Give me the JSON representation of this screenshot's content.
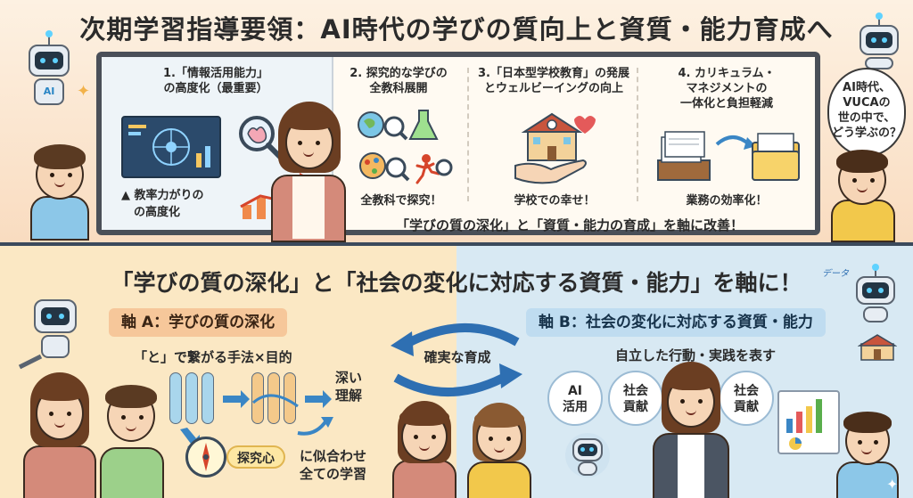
{
  "top": {
    "title": "次期学習指導要領：AI時代の学びの質向上と資質・能力育成へ",
    "board": {
      "col1": {
        "title_1": "1.「情報活用能力」",
        "title_2": "の高度化（最重要）",
        "caption_1": "▲ 教率力がりの",
        "caption_2": "の高度化"
      },
      "col2": {
        "title_1": "2. 探究的な学びの",
        "title_2": "全教科展開",
        "caption": "全教科で探究！"
      },
      "col3": {
        "title_1": "3.「日本型学校教育」の発展",
        "title_2": "とウェルビーイングの向上",
        "caption": "学校での幸せ！"
      },
      "col4": {
        "title_1": "4. カリキュラム・",
        "title_2": "マネジメントの",
        "title_3": "一体化と負担軽減",
        "caption": "業務の効率化！"
      },
      "bottom_text": "「学びの質の深化」と「資質・能力の育成」を軸に改善！"
    },
    "robot_label": "AI",
    "bubble": {
      "line1": "AI時代、",
      "line2": "VUCAの",
      "line3": "世の中で、",
      "line4": "どう学ぶの？"
    }
  },
  "bottom": {
    "title": "「学びの質の深化」と「社会の変化に対応する資質・能力」を軸に！",
    "axis_a": {
      "label": "軸 A：学びの質の深化",
      "subtitle": "「と」で繋がる手法×目的",
      "deep_1": "深い",
      "deep_2": "理解",
      "curiosity": "探究心",
      "fit_1": "に似合わせ",
      "fit_2": "全ての学習"
    },
    "center": "確実な育成",
    "axis_b": {
      "label": "軸 B：社会の変化に対応する資質・能力",
      "subtitle": "自立した行動・実践を表す",
      "tag1_1": "AI",
      "tag1_2": "活用",
      "tag2_1": "社会",
      "tag2_2": "貢献",
      "tag3_1": "社会",
      "tag3_2": "貢献"
    },
    "data_label": "データ"
  },
  "colors": {
    "accent_orange": "#f6c79a",
    "accent_blue": "#bfdcf0",
    "dark": "#3b4a5c"
  }
}
